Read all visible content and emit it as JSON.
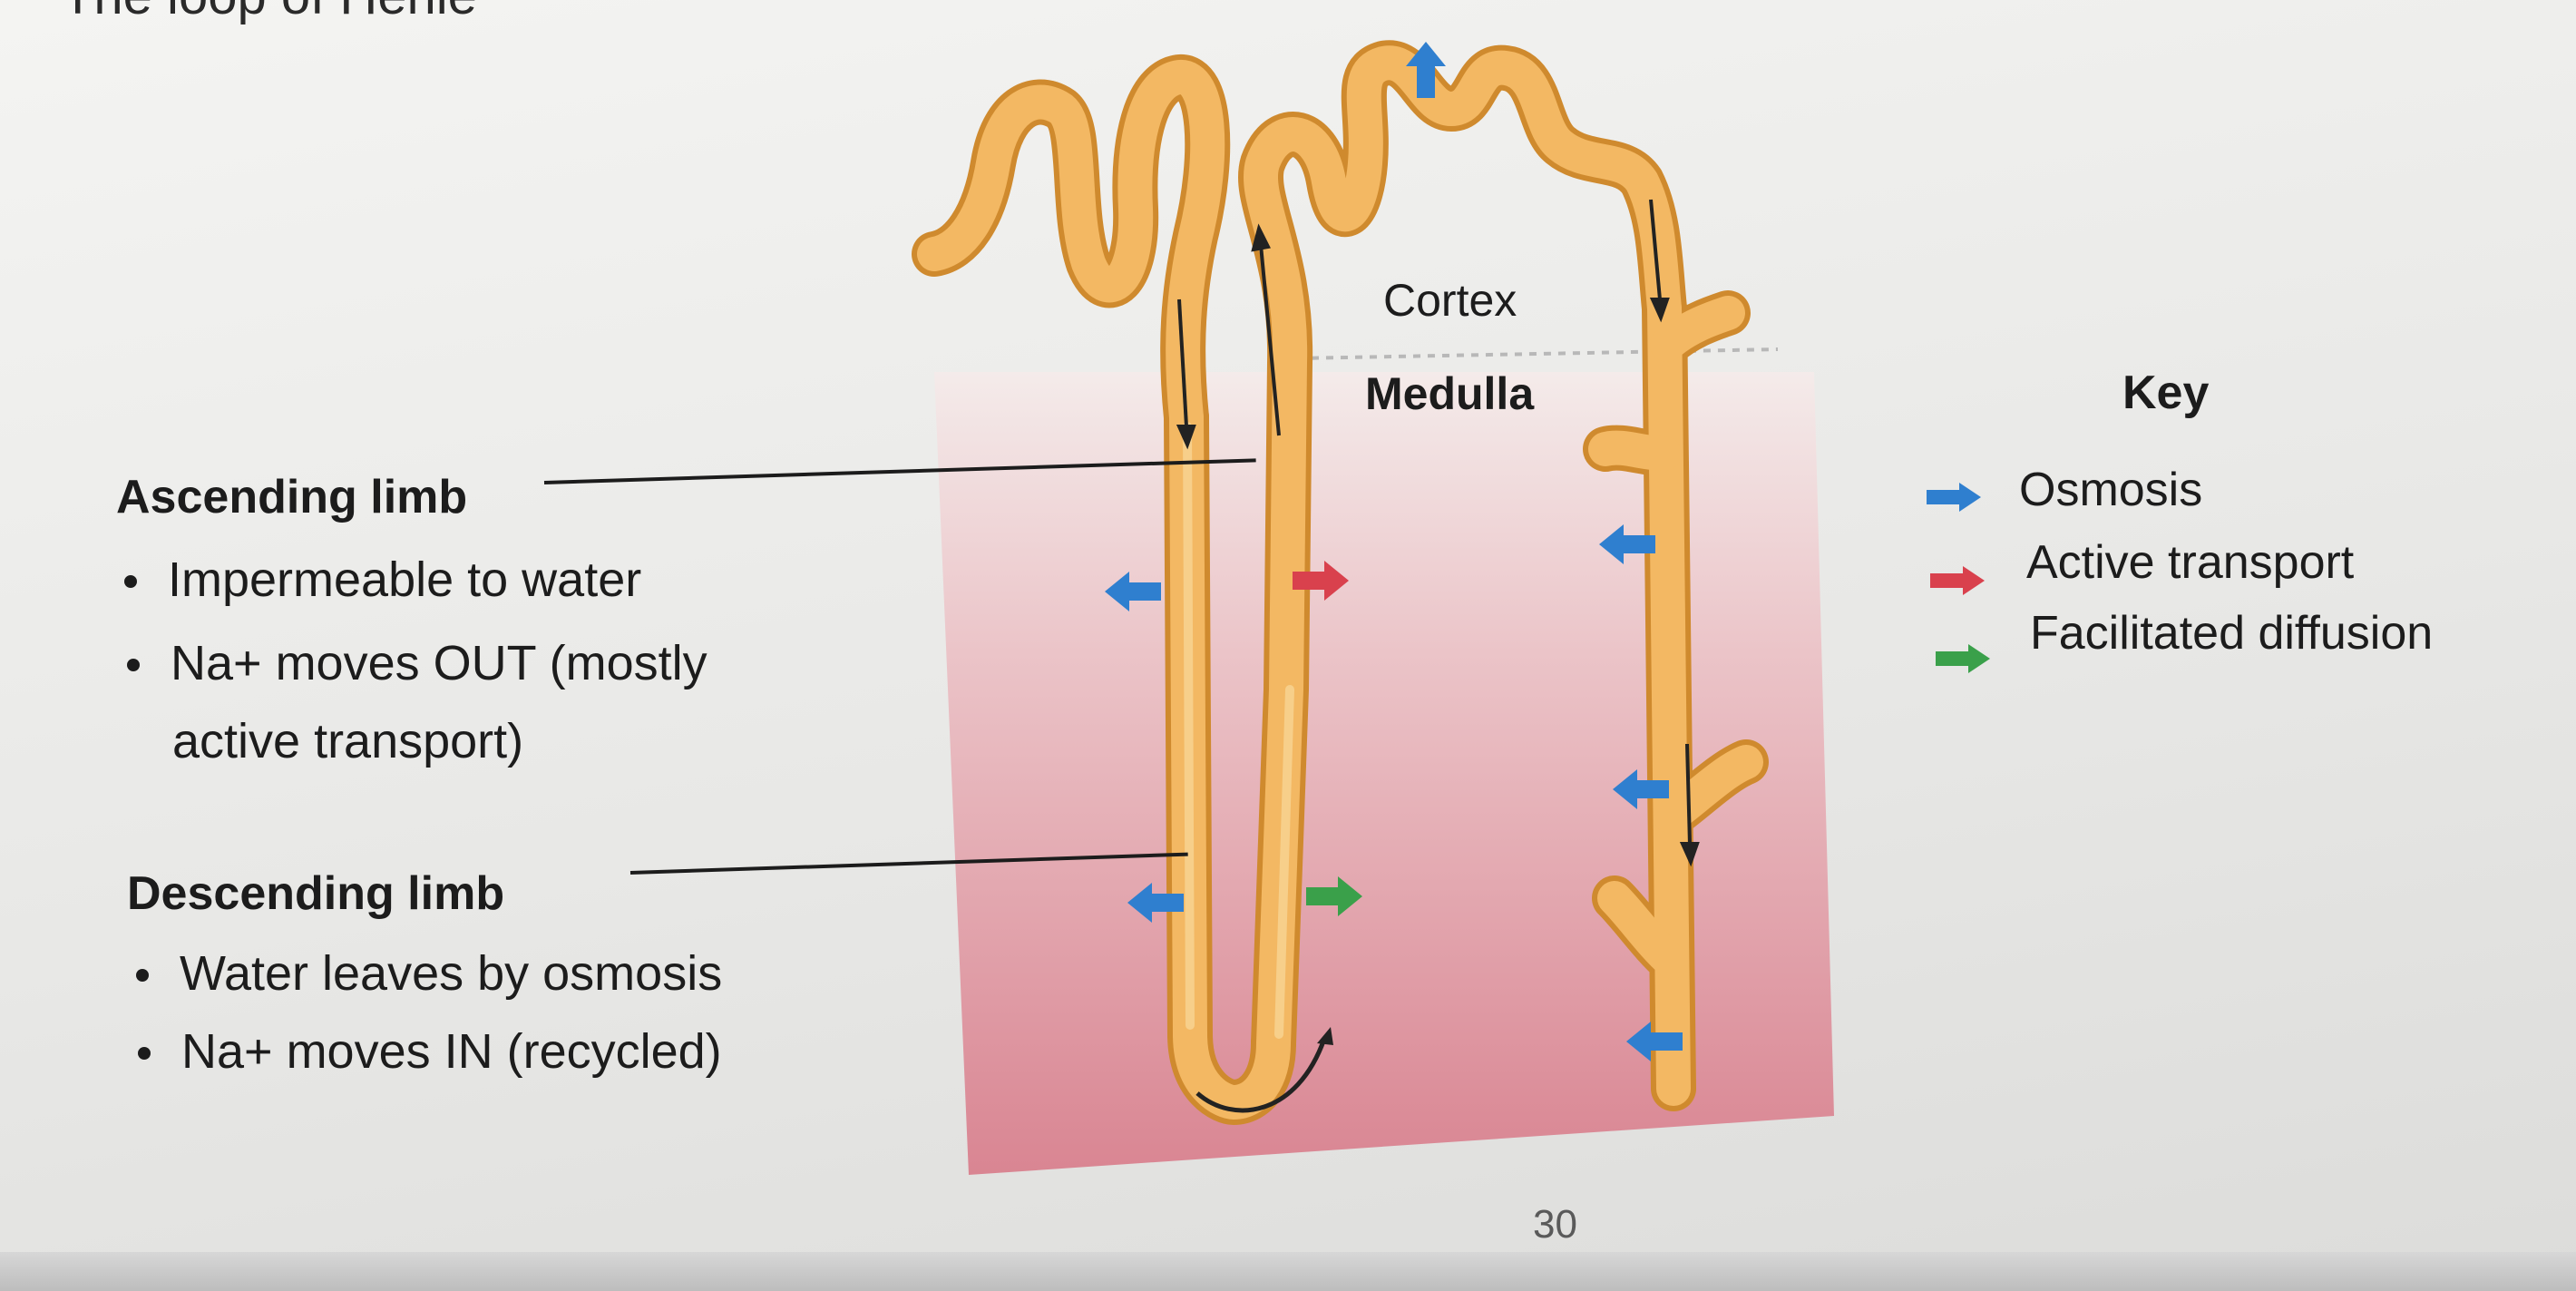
{
  "page": {
    "top_partial_text": "The loop of Henle",
    "page_number": "30"
  },
  "labels": {
    "ascending": {
      "title": "Ascending limb",
      "bullets": [
        "Impermeable to water",
        "Na+ moves OUT (mostly",
        "active transport)"
      ]
    },
    "descending": {
      "title": "Descending limb",
      "bullets": [
        "Water leaves by osmosis",
        "Na+ moves IN (recycled)"
      ]
    }
  },
  "regions": {
    "cortex": "Cortex",
    "medulla": "Medulla"
  },
  "key": {
    "title": "Key",
    "items": [
      {
        "label": "Osmosis",
        "color": "#2f7fcf"
      },
      {
        "label": "Active transport",
        "color": "#d9414d"
      },
      {
        "label": "Facilitated diffusion",
        "color": "#3aa04a"
      }
    ]
  },
  "colors": {
    "tubule_fill": "#f2b55e",
    "tubule_edge": "#d08a2d",
    "medulla_top": "#f3e4e2",
    "medulla_bottom": "#dc8c98",
    "osmosis": "#2f7fcf",
    "active_transport": "#d9414d",
    "facilitated_diffusion": "#3aa04a"
  }
}
